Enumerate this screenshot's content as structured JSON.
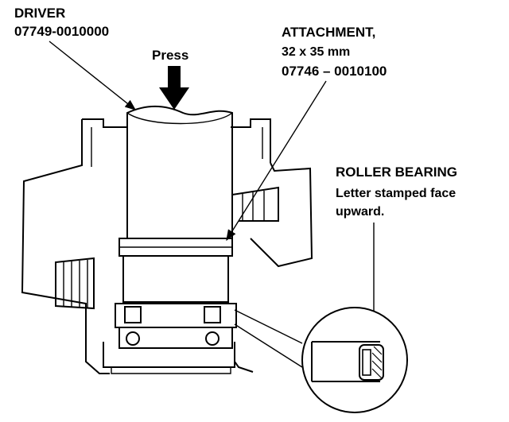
{
  "labels": {
    "driver_name": "DRIVER",
    "driver_part": "07749-0010000",
    "press": "Press",
    "attachment_name": "ATTACHMENT,",
    "attachment_size": "32 x 35 mm",
    "attachment_part": "07746 – 0010100",
    "roller_bearing_name": "ROLLER BEARING",
    "roller_note_line1": "Letter stamped face",
    "roller_note_line2": "upward."
  },
  "colors": {
    "ink": "#000000",
    "paper": "#ffffff"
  }
}
